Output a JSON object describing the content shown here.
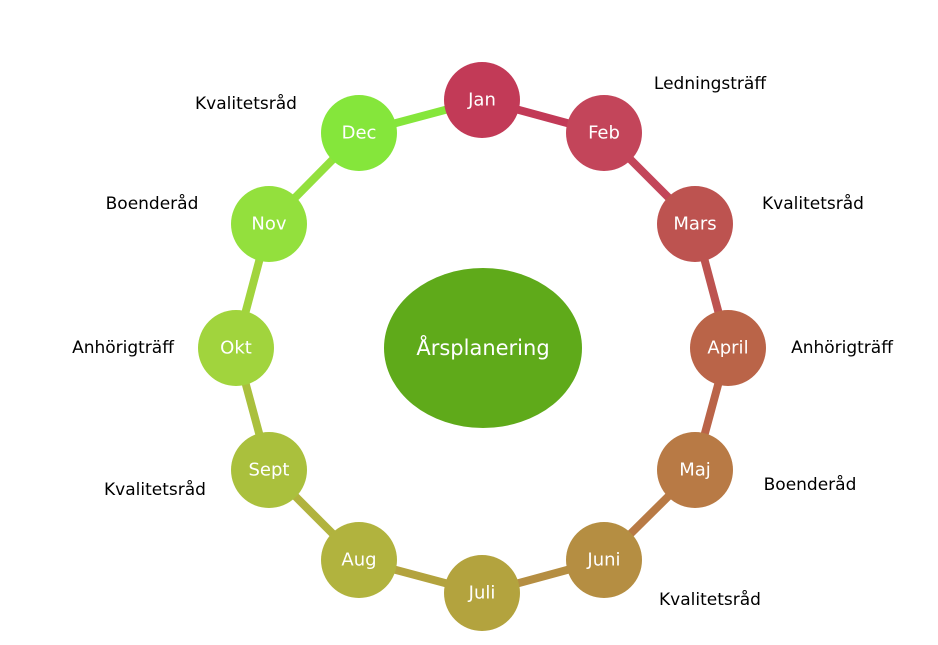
{
  "center": {
    "label": "Årsplanering",
    "color": "#5FAA1A"
  },
  "months": [
    {
      "label": "Jan",
      "color": "#C23A57",
      "event": "",
      "connector_color": "#C23A57"
    },
    {
      "label": "Feb",
      "color": "#C3455A",
      "event": "Ledningsträff",
      "connector_color": "#C3455A"
    },
    {
      "label": "Mars",
      "color": "#BD5350",
      "event": "Kvalitetsråd",
      "connector_color": "#BD5350"
    },
    {
      "label": "April",
      "color": "#BA6448",
      "event": "Anhörigträff",
      "connector_color": "#BA6448"
    },
    {
      "label": "Maj",
      "color": "#B87A45",
      "event": "Boenderåd",
      "connector_color": "#B87A45"
    },
    {
      "label": "Juni",
      "color": "#B58E42",
      "event": "Kvalitetsråd",
      "connector_color": "#B58E42"
    },
    {
      "label": "Juli",
      "color": "#B3A33E",
      "event": "",
      "connector_color": "#B3A33E"
    },
    {
      "label": "Aug",
      "color": "#B1B33E",
      "event": "",
      "connector_color": "#B1B33E"
    },
    {
      "label": "Sept",
      "color": "#AAC03D",
      "event": "Kvalitetsråd",
      "connector_color": "#AAC03D"
    },
    {
      "label": "Okt",
      "color": "#A1D43D",
      "event": "Anhörigträff",
      "connector_color": "#A1D43D"
    },
    {
      "label": "Nov",
      "color": "#93E03D",
      "event": "Boenderåd",
      "connector_color": "#93E03D"
    },
    {
      "label": "Dec",
      "color": "#85E63B",
      "event": "Kvalitetsråd",
      "connector_color": "#85E63B"
    }
  ]
}
